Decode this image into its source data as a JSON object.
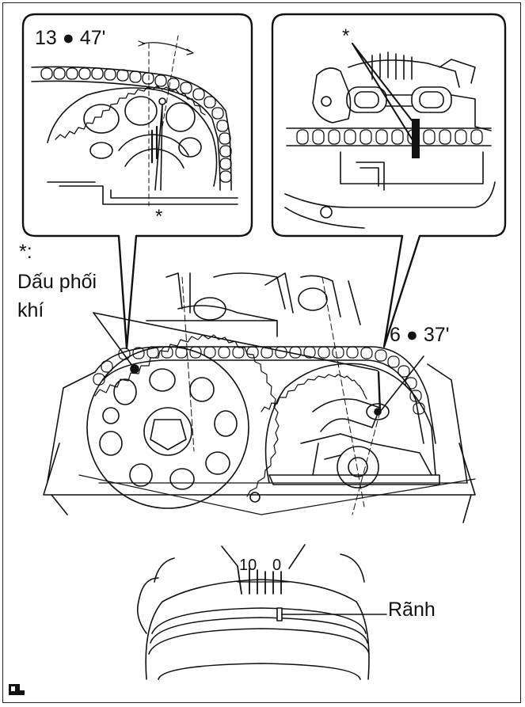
{
  "labels": {
    "intake_angle": "13 ● 47'",
    "exhaust_angle": "6 ● 37'",
    "asterisk_left_inset": "*",
    "asterisk_right_inset": "*",
    "legend_asterisk": "*:",
    "legend_line1": "Dấu phối",
    "legend_line2": "khí",
    "scale_10": "10",
    "scale_0": "0",
    "groove": "Rãnh"
  },
  "icons": {
    "corner_icon": "page-corner-icon"
  },
  "colors": {
    "line": "#111111",
    "background": "#ffffff"
  }
}
